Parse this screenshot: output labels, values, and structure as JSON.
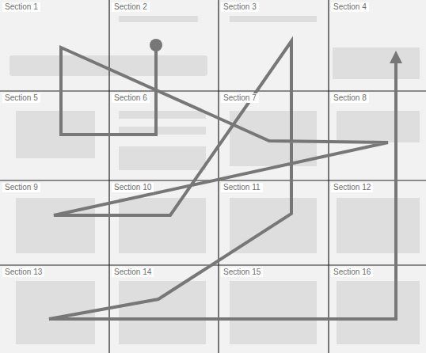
{
  "diagram": {
    "labels": [
      "Section 1",
      "Section 2",
      "Section 3",
      "Section 4",
      "Section 5",
      "Section 6",
      "Section 7",
      "Section 8",
      "Section 9",
      "Section 10",
      "Section 11",
      "Section 12",
      "Section 13",
      "Section 14",
      "Section 15",
      "Section 16"
    ]
  }
}
